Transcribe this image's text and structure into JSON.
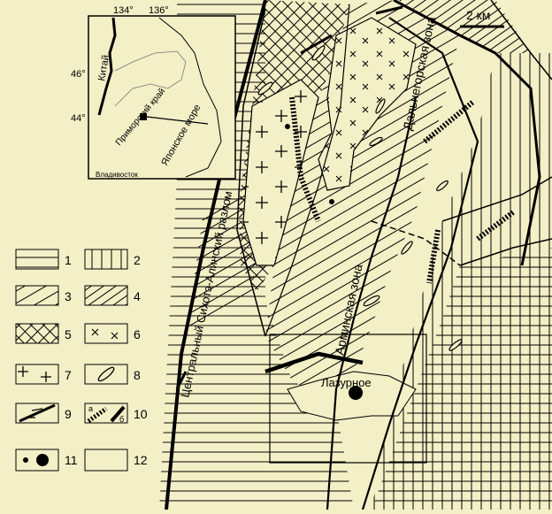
{
  "colors": {
    "background": "#f3efc6",
    "ink": "#000000",
    "light": "#6a6a6a"
  },
  "scale": {
    "label": "2 км"
  },
  "inset": {
    "lon_labels": [
      "134°",
      "136°"
    ],
    "lat_labels": [
      "46°",
      "44°"
    ],
    "places": {
      "china": "Китай",
      "primorye": "Приморский край",
      "sea": "Японское море",
      "city": "Владивосток"
    }
  },
  "map": {
    "fault_label": "Центральный Сихотэ-Алинский разлом",
    "zone_label": "Арминская зона",
    "zone2_label": "Дальнегорская зона",
    "deposit_label": "Лазурное"
  },
  "legend": {
    "items": [
      {
        "num": "1",
        "pattern": "horizontal-lines"
      },
      {
        "num": "2",
        "pattern": "vertical-lines"
      },
      {
        "num": "3",
        "pattern": "diagonal-lines"
      },
      {
        "num": "4",
        "pattern": "dense-diagonal-lines"
      },
      {
        "num": "5",
        "pattern": "crosshatch"
      },
      {
        "num": "6",
        "pattern": "x-marks"
      },
      {
        "num": "7",
        "pattern": "plus-marks"
      },
      {
        "num": "8",
        "pattern": "dike-lens"
      },
      {
        "num": "9",
        "pattern": "strike-slip-fault"
      },
      {
        "num": "10",
        "pattern": "hatched-and-thick-faults",
        "sub_a": "а",
        "sub_b": "б"
      },
      {
        "num": "11",
        "pattern": "deposit-dots"
      },
      {
        "num": "12",
        "pattern": "frame"
      }
    ]
  }
}
